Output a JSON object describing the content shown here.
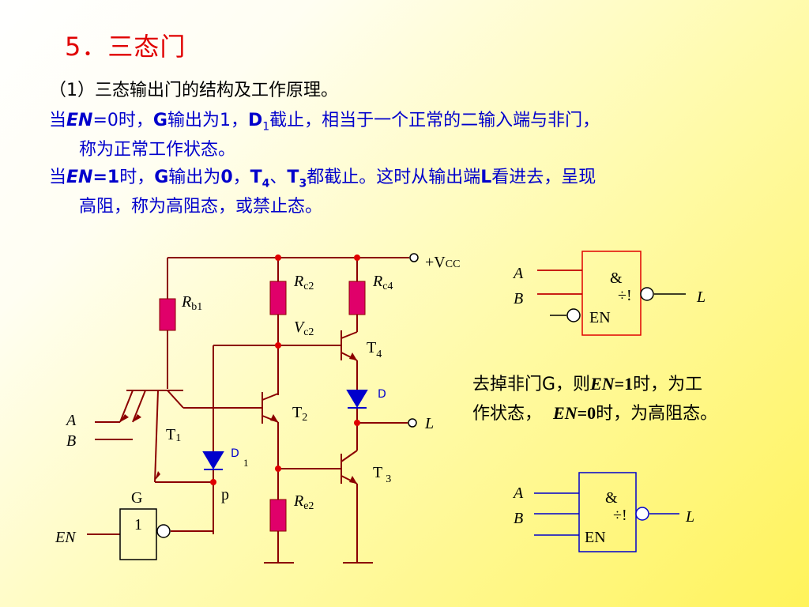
{
  "title": "5．三态门",
  "subtitle": "（1）三态输出门的结构及工作原理。",
  "para1": {
    "a": "当",
    "en": "EN",
    "b": "=0时，",
    "g": "G",
    "c": "输出为1，",
    "d": "D",
    "d_sub": "1",
    "e": "截止，相当于一个正常的二输入端与非门，",
    "f": "称为正常工作状态。"
  },
  "para2": {
    "a": "当",
    "en": "EN",
    "b": "=1",
    "c": "时，",
    "g": "G",
    "d": "输出为",
    "zero": "0",
    "e": "，",
    "t4": "T",
    "t4_sub": "4",
    "sep": "、",
    "t3": "T",
    "t3_sub": "3",
    "f": "都截止。这时从输出端",
    "l": "L",
    "h": "看进去，呈现",
    "i": "高阻，称为高阻态，或禁止态。"
  },
  "note": {
    "a": "去掉非门G，则",
    "en1": "EN",
    "b": "=1",
    "c": "时，为工",
    "d": "作状态，",
    "en2": "EN",
    "e": "=0",
    "f": "时，为高阻态。"
  },
  "circuit": {
    "vcc": "+V",
    "vcc_sub": "CC",
    "rb1": "R",
    "rb1_sub": "b1",
    "rc2": "R",
    "rc2_sub": "c2",
    "rc4": "R",
    "rc4_sub": "c4",
    "vc2": "V",
    "vc2_sub": "c2",
    "re2": "R",
    "re2_sub": "e2",
    "t4": "T",
    "t4_sub": "4",
    "t2": "T",
    "t2_sub": "2",
    "t3": "T",
    "t3_sub": "3",
    "t1": "T",
    "t1_sub": "1",
    "d": "D",
    "d1": "D",
    "d1_sub": "1",
    "p": "p",
    "g": "G",
    "g_one": "1",
    "a": "A",
    "b": "B",
    "en": "EN",
    "l": "L"
  },
  "symbol1": {
    "a": "A",
    "b": "B",
    "amp": "&",
    "sym": "÷!",
    "en": "EN",
    "l": "L"
  },
  "symbol2": {
    "a": "A",
    "b": "B",
    "amp": "&",
    "sym": "÷!",
    "en": "EN",
    "l": "L"
  },
  "colors": {
    "title": "#e00000",
    "text_blue": "#0000cc",
    "resistor": "#e0006a",
    "wire": "#8b0000",
    "diode": "#0000cc",
    "dot": "#e00000"
  }
}
